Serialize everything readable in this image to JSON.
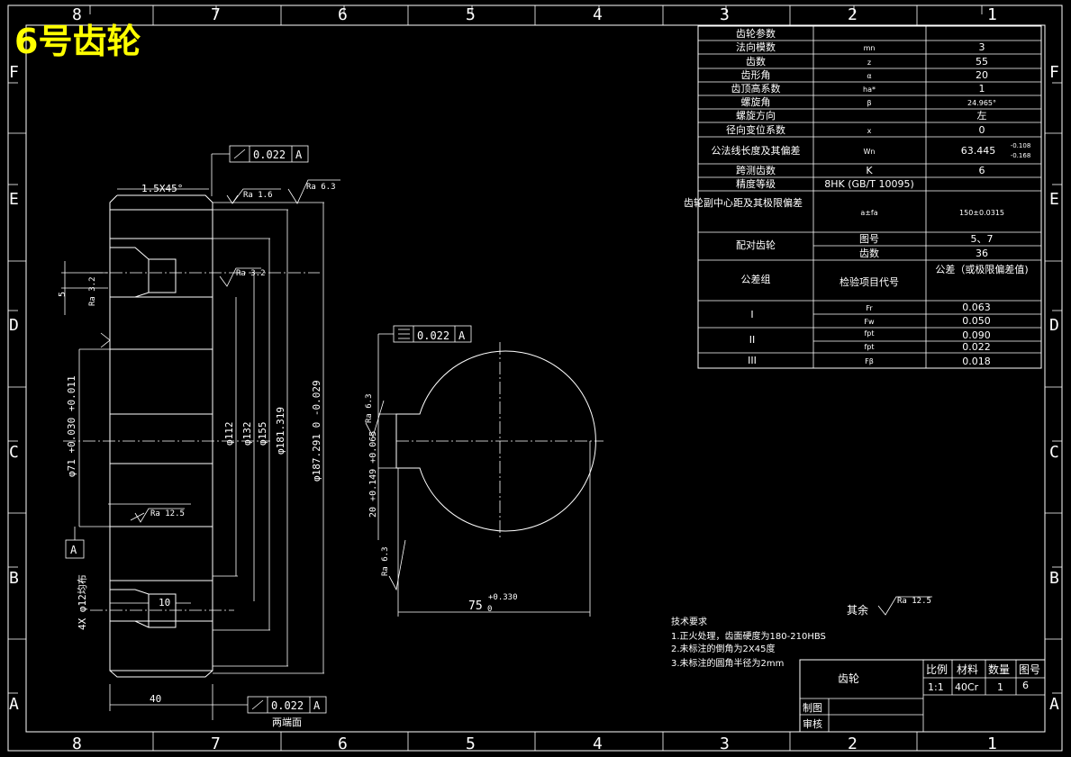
{
  "title": "6号齿轮",
  "border": {
    "columns": [
      "8",
      "7",
      "6",
      "5",
      "4",
      "3",
      "2",
      "1"
    ],
    "rows": [
      "F",
      "E",
      "D",
      "C",
      "B",
      "A"
    ]
  },
  "param_table": {
    "header": "齿轮参数",
    "rows": [
      {
        "name": "法向模数",
        "symbol": "mn",
        "value": "3"
      },
      {
        "name": "齿数",
        "symbol": "z",
        "value": "55"
      },
      {
        "name": "齿形角",
        "symbol": "α",
        "value": "20"
      },
      {
        "name": "齿顶高系数",
        "symbol": "ha*",
        "value": "1"
      },
      {
        "name": "螺旋角",
        "symbol": "β",
        "value": "24.965°"
      },
      {
        "name": "螺旋方向",
        "symbol": "",
        "value": "左"
      },
      {
        "name": "径向变位系数",
        "symbol": "x",
        "value": "0"
      },
      {
        "name": "公法线长度及其偏差",
        "symbol": "Wn",
        "value": "63.445",
        "value_upper": "-0.108",
        "value_lower": "-0.168"
      },
      {
        "name": "跨测齿数",
        "symbol": "K",
        "value": "6"
      },
      {
        "name": "精度等级",
        "symbol": "8HK (GB/T 10095)",
        "value": ""
      },
      {
        "name": "齿轮副中心距及其极限偏差",
        "symbol": "a±fa",
        "value": "150±0.0315"
      },
      {
        "name": "配对齿轮",
        "symbol": "图号",
        "value": "5、7"
      },
      {
        "name": "",
        "symbol": "齿数",
        "value": "36"
      }
    ],
    "tolerance_header": {
      "group": "公差组",
      "code": "检验项目代号",
      "value": "公差（或极限偏差值)"
    },
    "tolerance_rows": [
      {
        "group": "I",
        "code": "Fr",
        "value": "0.063"
      },
      {
        "group": "",
        "code": "Fw",
        "value": "0.050"
      },
      {
        "group": "II",
        "code": "fpt",
        "value": "0.090"
      },
      {
        "group": "",
        "code": "fpt",
        "value": "0.022"
      },
      {
        "group": "III",
        "code": "Fβ",
        "value": "0.018"
      }
    ]
  },
  "left_view": {
    "chamfer": "1.5X45°",
    "runout_top": "0.022",
    "datum_letter": "A",
    "ra16": "Ra 1.6",
    "ra63": "Ra 6.3",
    "ra32a": "Ra 3.2",
    "ra32b": "Ra 3.2",
    "ra125": "Ra 12.5",
    "dim_5": "5",
    "dim_bore": "φ71 +0.030 +0.011",
    "dims": [
      "φ112",
      "φ132",
      "φ155",
      "φ181.319",
      "φ187.291 0 -0.029"
    ],
    "holes": "4X φ12均布",
    "hole_w": "10",
    "width": "40",
    "runout_bottom": "0.022",
    "bottom_label": "两端面",
    "datum_box": "A"
  },
  "right_view": {
    "sym_tol": "0.022",
    "sym_datum": "A",
    "ra63a": "Ra 6.3",
    "ra63b": "Ra 6.3",
    "key_width": "20 +0.149 +0.065",
    "dim_75": "75",
    "dim_75_tol": "+0.330",
    "dim_75_low": "0"
  },
  "rest": {
    "label": "其余",
    "ra": "Ra 12.5"
  },
  "notes": {
    "heading": "技术要求",
    "lines": [
      "1.正火处理，齿面硬度为180-210HBS",
      "2.未标注的倒角为2X45度",
      "3.未标注的圆角半径为2mm"
    ]
  },
  "title_block": {
    "name": "齿轮",
    "h_scale": "比例",
    "h_material": "材料",
    "h_qty": "数量",
    "h_dwg": "图号",
    "scale": "1:1",
    "material": "40Cr",
    "qty": "1",
    "dwg": "6",
    "drawn": "制图",
    "checked": "审核"
  }
}
